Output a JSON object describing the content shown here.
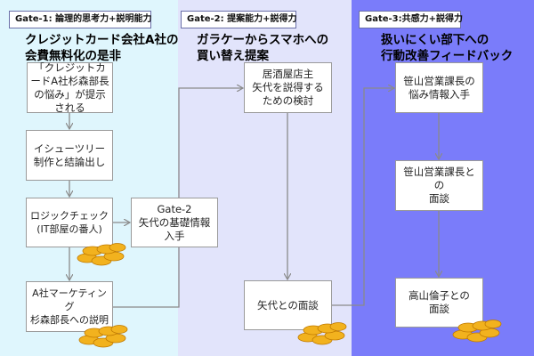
{
  "columns": [
    {
      "gate_label": "Gate-1:  論理的思考力+説明能力",
      "title_line1": "クレジットカード会社A社の",
      "title_line2": "会費無料化の是非",
      "background": "#dff6fd",
      "steps": [
        "「クレジットカードA社杉森部長の悩み」が提示される",
        "イシューツリー制作と結論出し",
        "ロジックチェック\n(IT部屋の番人)",
        "A社マーケティング\n杉森部長への説明"
      ],
      "side_step": "Gate-2\n矢代の基礎情報入手"
    },
    {
      "gate_label": "Gate-2:  提案能力+説得力",
      "title_line1": "ガラケーからスマホへの",
      "title_line2": "買い替え提案",
      "background": "#e2e4fb",
      "steps": [
        "居酒屋店主\n矢代を説得するための検討",
        "矢代との面談"
      ]
    },
    {
      "gate_label": "Gate-3:共感力+説得力",
      "title_line1": "扱いにくい部下への",
      "title_line2": "行動改善フィードバック",
      "background": "#7a7cfa",
      "steps": [
        "笹山営業課長の\n悩み情報入手",
        "笹山営業課長との\n面談",
        "高山倫子との\n面談"
      ]
    }
  ],
  "icons": {
    "coin_stack": "gold-coins-icon"
  },
  "colors": {
    "connector": "#8a8a8a",
    "coin": "#f2b21e"
  }
}
